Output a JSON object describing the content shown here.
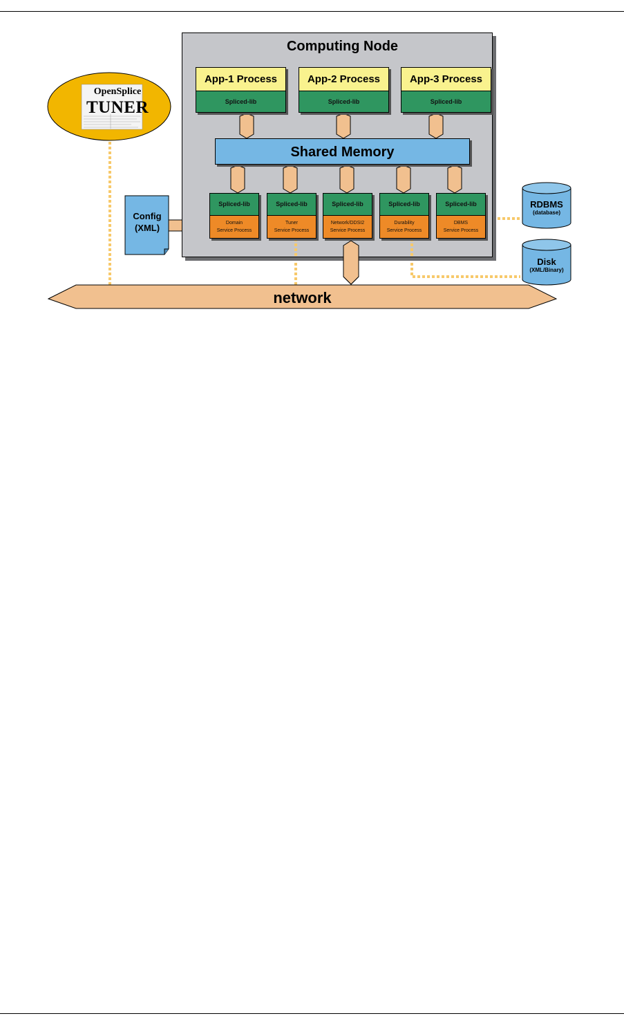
{
  "node": {
    "title": "Computing Node"
  },
  "apps": [
    {
      "process": "App-1 Process",
      "lib": "Spliced-lib"
    },
    {
      "process": "App-2 Process",
      "lib": "Spliced-lib"
    },
    {
      "process": "App-3 Process",
      "lib": "Spliced-lib"
    }
  ],
  "shared_memory": "Shared Memory",
  "services": [
    {
      "lib": "Spliced-lib",
      "line1": "Domain",
      "line2": "Service Process"
    },
    {
      "lib": "Spliced-lib",
      "line1": "Tuner",
      "line2": "Service Process"
    },
    {
      "lib": "Spliced-lib",
      "line1": "Network/DDSI2",
      "line2": "Service Process"
    },
    {
      "lib": "Spliced-lib",
      "line1": "Durability",
      "line2": "Service Process"
    },
    {
      "lib": "Spliced-lib",
      "line1": "DBMS",
      "line2": "Service Process"
    }
  ],
  "tuner": {
    "line1": "OpenSplice",
    "line2": "TUNER"
  },
  "config": {
    "line1": "Config",
    "line2": "(XML)"
  },
  "rdbms": {
    "title": "RDBMS",
    "sub": "(database)"
  },
  "disk": {
    "title": "Disk",
    "sub": "(XML/Binary)"
  },
  "network": "network",
  "colors": {
    "node_bg": "#c5c6ca",
    "app_header": "#f9f28e",
    "lib_green": "#2f9660",
    "service_orange": "#ee8a27",
    "memory_blue": "#75b7e4",
    "connector": "#f1c08f",
    "tuner_gold": "#f2b600",
    "dotted_link": "#f7c96a"
  }
}
